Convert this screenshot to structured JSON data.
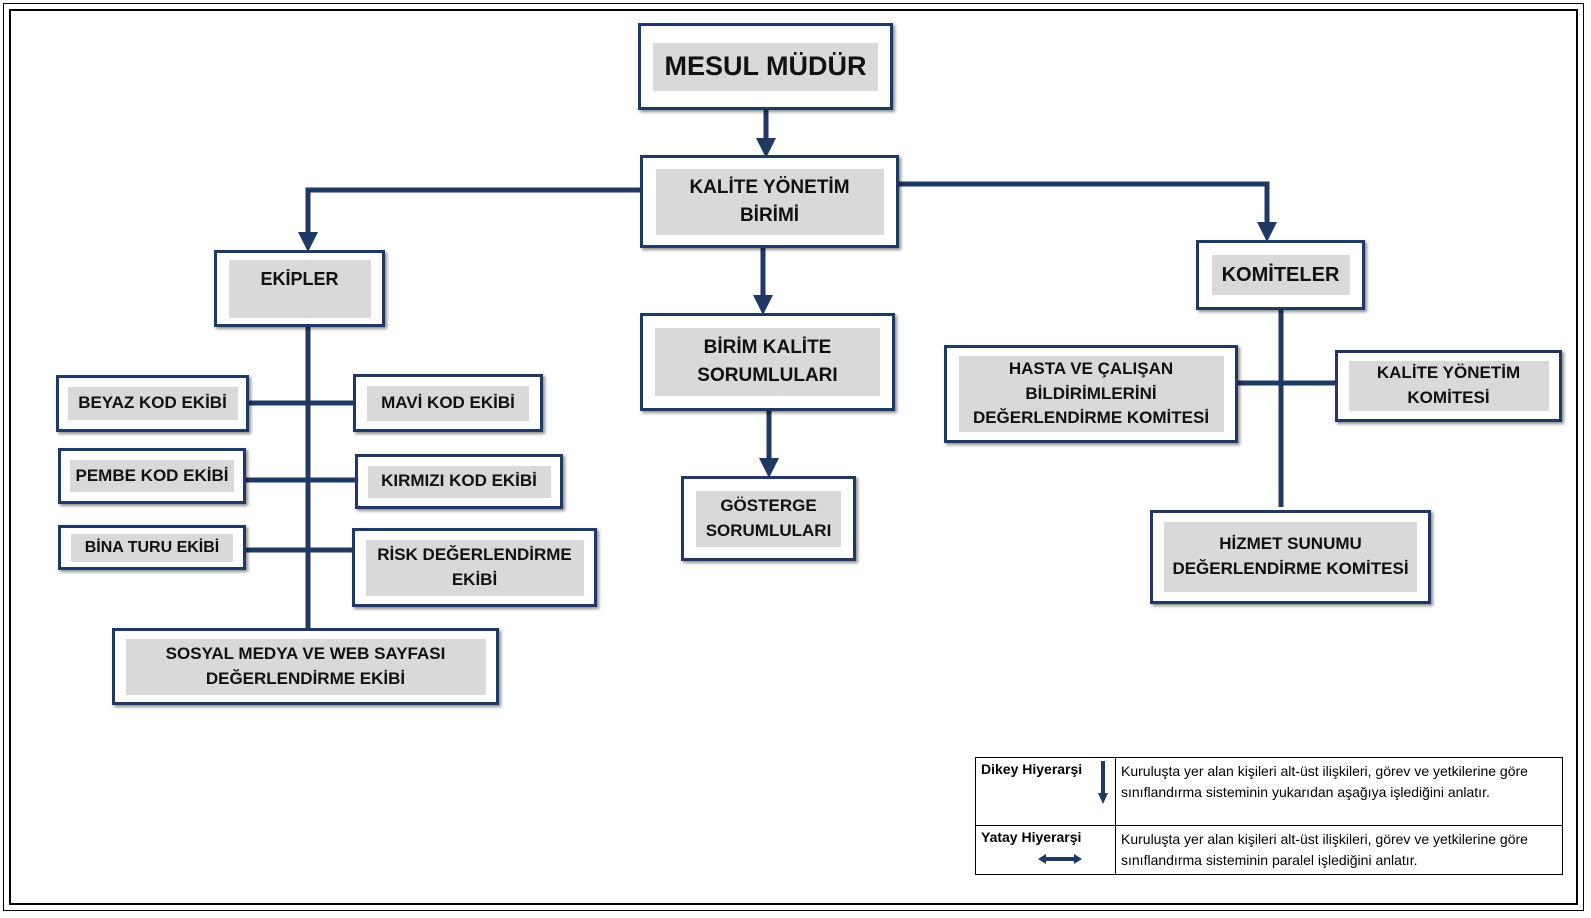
{
  "nodes": {
    "mesul_mudur": "MESUL MÜDÜR",
    "kalite_yonetim_birimi": [
      "KALİTE YÖNETİM",
      "BİRİMİ"
    ],
    "ekipler": "EKİPLER",
    "komiteler": "KOMİTELER",
    "birim_kalite_sorumlulari": [
      "BİRİM KALİTE",
      "SORUMLULARI"
    ],
    "gosterge_sorumlulari": [
      "GÖSTERGE",
      "SORUMLULARI"
    ],
    "beyaz_kod_ekibi": "BEYAZ KOD EKİBİ",
    "mavi_kod_ekibi": "MAVİ KOD EKİBİ",
    "pembe_kod_ekibi": "PEMBE KOD EKİBİ",
    "kirmizi_kod_ekibi": "KIRMIZI KOD EKİBİ",
    "bina_turu_ekibi": "BİNA TURU EKİBİ",
    "risk_degerlendirme_ekibi": [
      "RİSK DEĞERLENDİRME",
      "EKİBİ"
    ],
    "sosyal_medya_ekibi": [
      "SOSYAL MEDYA VE WEB SAYFASI",
      "DEĞERLENDİRME EKİBİ"
    ],
    "hasta_calisan_komitesi": [
      "HASTA VE ÇALIŞAN",
      "BİLDİRİMLERİNİ",
      "DEĞERLENDİRME KOMİTESİ"
    ],
    "kalite_yonetim_komitesi": [
      "KALİTE YÖNETİM",
      "KOMİTESİ"
    ],
    "hizmet_sunumu_komitesi": [
      "HİZMET SUNUMU",
      "DEĞERLENDİRME KOMİTESİ"
    ]
  },
  "legend": {
    "dikey_label": "Dikey Hiyerarşi",
    "dikey_text": "Kuruluşta yer alan kişileri alt-üst ilişkileri, görev ve yetkilerine göre sınıflandırma sisteminin yukarıdan aşağıya işlediğini anlatır.",
    "yatay_label": "Yatay Hiyerarşi",
    "yatay_text": "Kuruluşta yer alan kişileri alt-üst ilişkileri, görev ve yetkilerine göre sınıflandırma sisteminin paralel işlediğini anlatır."
  },
  "colors": {
    "line": "#1f3864",
    "fill": "#d9d9d9"
  }
}
